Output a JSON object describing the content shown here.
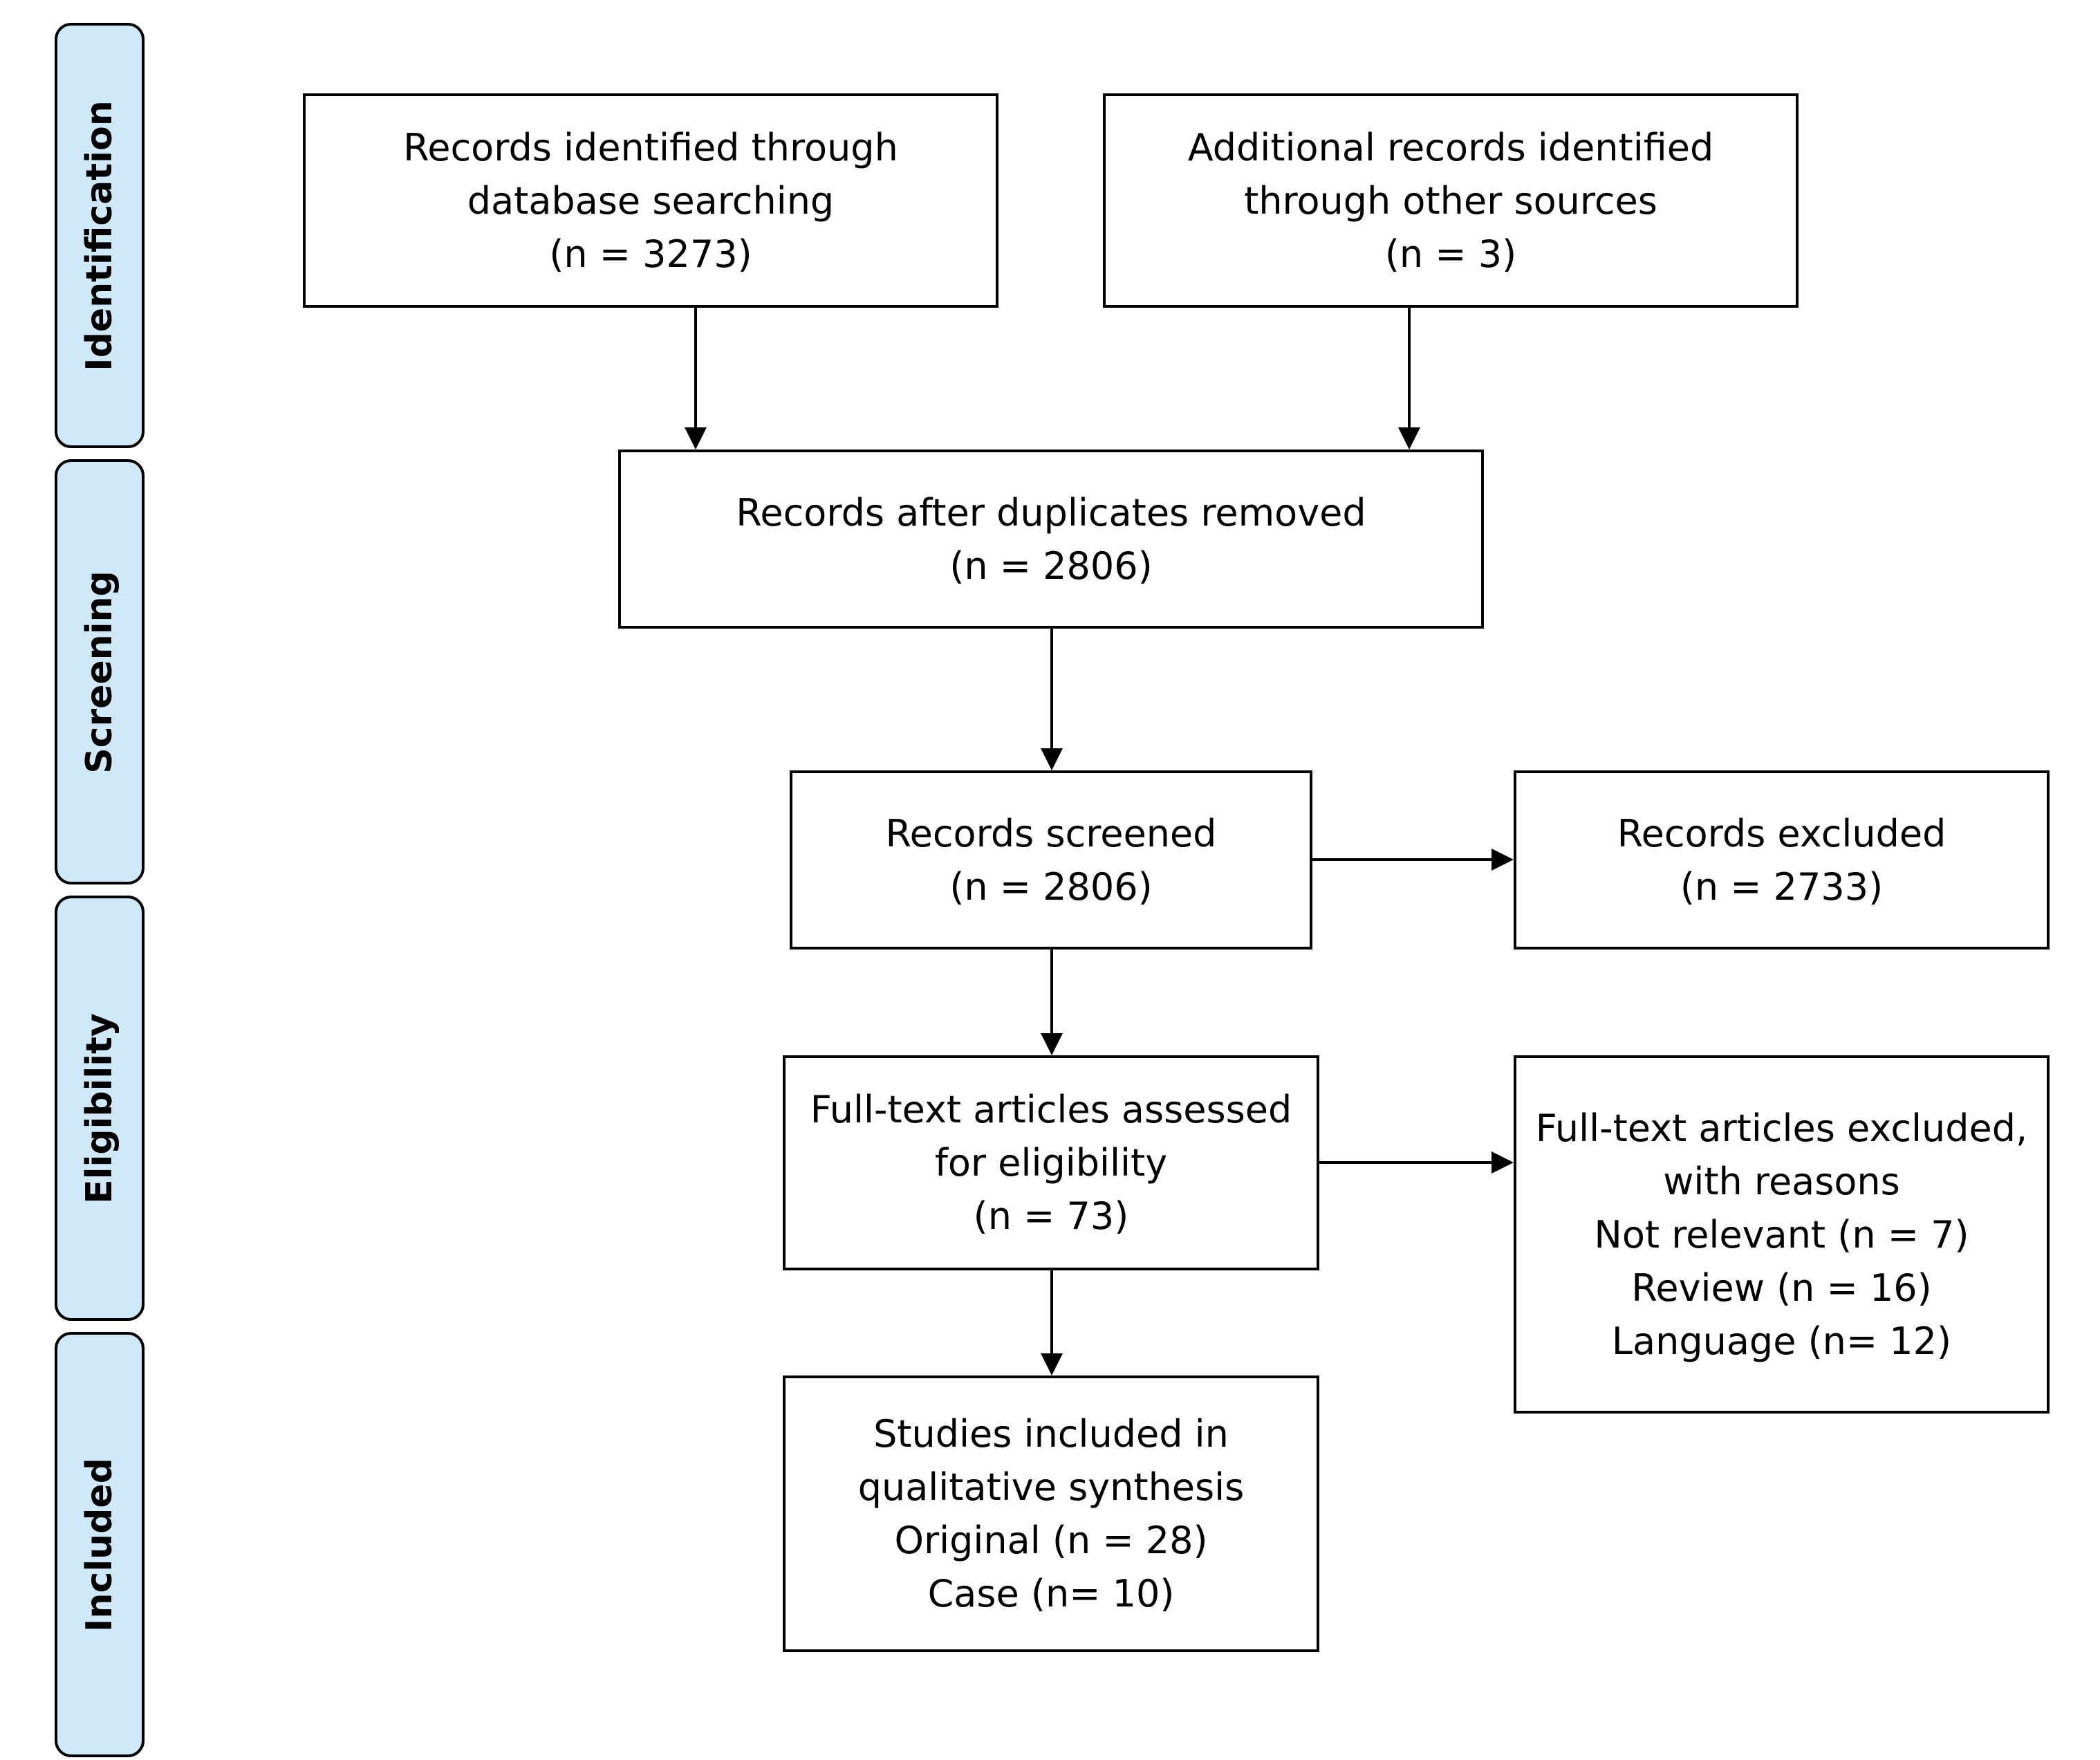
{
  "phases": {
    "identification": "Identification",
    "screening": "Screening",
    "eligibility": "Eligibility",
    "included": "Included"
  },
  "boxes": {
    "database": {
      "lines": [
        "Records identified through",
        "database searching",
        "(n = 3273)"
      ],
      "n": 3273
    },
    "other_sources": {
      "lines": [
        "Additional records identified",
        "through other sources",
        "(n = 3)"
      ],
      "n": 3
    },
    "duplicates_removed": {
      "lines": [
        "Records after duplicates removed",
        "(n = 2806)"
      ],
      "n": 2806
    },
    "screened": {
      "lines": [
        "Records screened",
        "(n = 2806)"
      ],
      "n": 2806
    },
    "excluded": {
      "lines": [
        "Records excluded",
        "(n = 2733)"
      ],
      "n": 2733
    },
    "fulltext_assessed": {
      "lines": [
        "Full-text articles assessed",
        "for eligibility",
        "(n = 73)"
      ],
      "n": 73
    },
    "fulltext_excluded": {
      "lines": [
        "Full-text articles excluded,",
        "with reasons",
        "Not relevant (n = 7)",
        "Review (n = 16)",
        "Language (n= 12)"
      ],
      "reasons": [
        {
          "reason": "Not relevant",
          "n": 7
        },
        {
          "reason": "Review",
          "n": 16
        },
        {
          "reason": "Language",
          "n": 12
        }
      ]
    },
    "included": {
      "lines": [
        "Studies included in",
        "qualitative synthesis",
        "Original (n = 28)",
        "Case (n= 10)"
      ],
      "breakdown": [
        {
          "type": "Original",
          "n": 28
        },
        {
          "type": "Case",
          "n": 10
        }
      ]
    }
  },
  "flows": [
    {
      "from": "database",
      "to": "duplicates_removed"
    },
    {
      "from": "other_sources",
      "to": "duplicates_removed"
    },
    {
      "from": "duplicates_removed",
      "to": "screened"
    },
    {
      "from": "screened",
      "to": "excluded"
    },
    {
      "from": "screened",
      "to": "fulltext_assessed"
    },
    {
      "from": "fulltext_assessed",
      "to": "fulltext_excluded"
    },
    {
      "from": "fulltext_assessed",
      "to": "included"
    }
  ],
  "colors": {
    "phase_fill": "#cfe9fb",
    "stroke": "#000000",
    "box_fill": "#ffffff"
  }
}
